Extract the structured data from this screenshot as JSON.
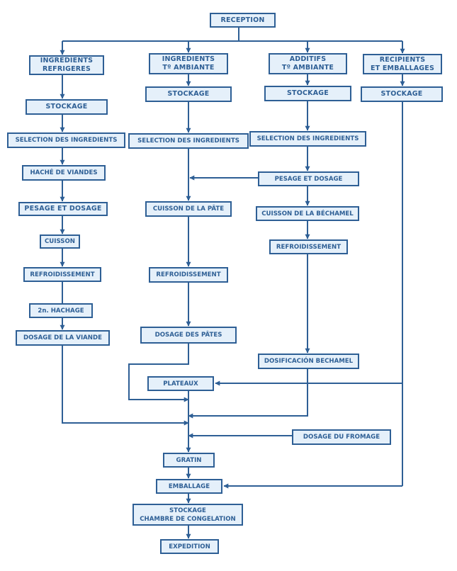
{
  "colors": {
    "box_fill": "#e5f0fa",
    "box_border": "#2e5f95",
    "arrow": "#2e5f95"
  },
  "nodes": {
    "reception": "RECEPTION",
    "c1_ingredients": "INGREDIENTS\nREFRIGERES",
    "c1_stockage": "STOCKAGE",
    "c1_selection": "SELECTION DES INGREDIENTS",
    "c1_hache": "HACHÉ DE VIANDES",
    "c1_pesage": "PESAGE ET DOSAGE",
    "c1_cuisson": "CUISSON",
    "c1_refroid": "REFROIDISSEMENT",
    "c1_hachage2": "2n. HACHAGE",
    "c1_dosage_viande": "DOSAGE DE LA VIANDE",
    "c2_ingredients": "INGREDIENTS\nTº AMBIANTE",
    "c2_stockage": "STOCKAGE",
    "c2_selection": "SELECTION DES INGREDIENTS",
    "c2_cuisson_pate": "CUISSON DE LA PÂTE",
    "c2_refroid": "REFROIDISSEMENT",
    "c2_dosage_pates": "DOSAGE DES PÂTES",
    "c3_additifs": "ADDITIFS\nTº AMBIANTE",
    "c3_stockage": "STOCKAGE",
    "c3_selection": "SELECTION DES INGREDIENTS",
    "c3_pesage": "PESAGE ET DOSAGE",
    "c3_cuisson_bechamel": "CUISSON DE LA BÉCHAMEL",
    "c3_refroid": "REFROIDISSEMENT",
    "c3_dosification": "DOSIFICACIÓN BECHAMEL",
    "c4_recipients": "RECIPIENTS\nET EMBALLAGES",
    "c4_stockage": "STOCKAGE",
    "plateaux": "PLATEAUX",
    "dosage_fromage": "DOSAGE DU FROMAGE",
    "gratin": "GRATIN",
    "emballage": "EMBALLAGE",
    "stockage_congelation": "STOCKAGE\nCHAMBRE DE CONGELATION",
    "expedition": "EXPEDITION"
  }
}
